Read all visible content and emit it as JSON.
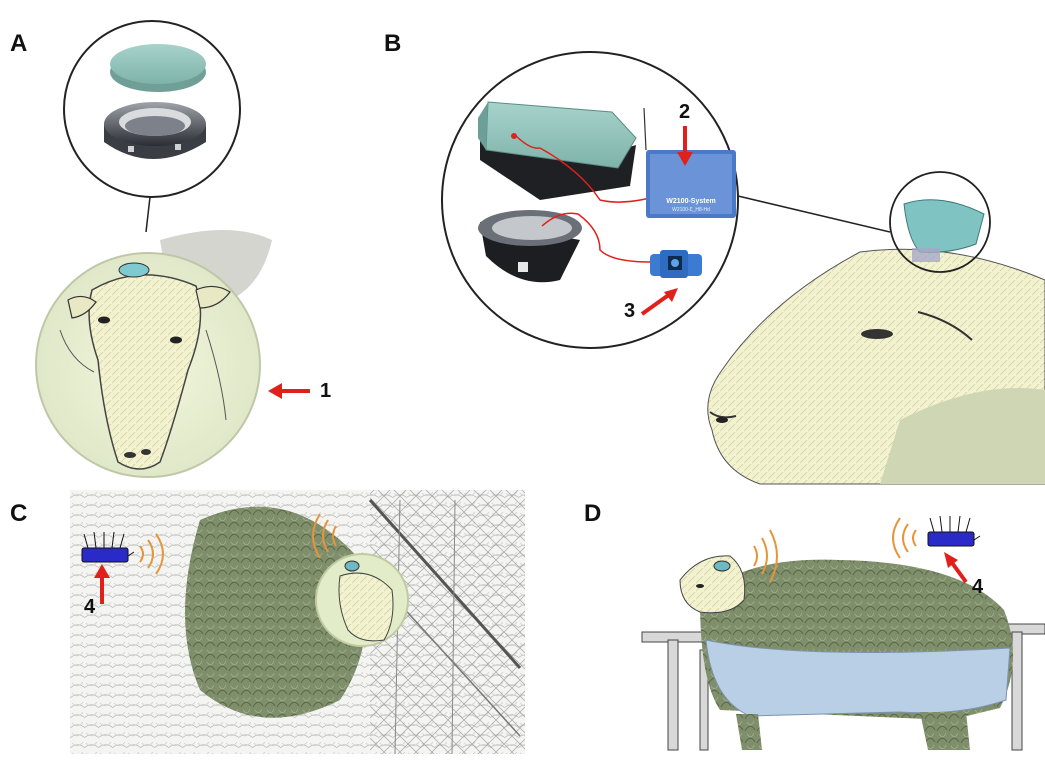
{
  "panels": {
    "a": {
      "letter": "A"
    },
    "b": {
      "letter": "B"
    },
    "c": {
      "letter": "C"
    },
    "d": {
      "letter": "D"
    }
  },
  "callouts": {
    "one": "1",
    "two": "2",
    "three": "3",
    "four_c": "4",
    "four_d": "4"
  },
  "device_text": {
    "line1": "W2100-System",
    "line2": "W2100-Ɛ_H8-Hd"
  },
  "colors": {
    "cap": "#8fc3bb",
    "sheep_head": "#f1f0c6",
    "wool": "#7f8f6c",
    "arrow": "#e0201b",
    "router": "#2a2ac8",
    "signal": "#e6953a",
    "vest": "#b9cfe6",
    "circle_outline": "#222222"
  },
  "icons": [
    "red-arrow-icon",
    "router-icon",
    "wifi-signal-icon",
    "headstage-icon",
    "wireless-transmitter-icon"
  ]
}
